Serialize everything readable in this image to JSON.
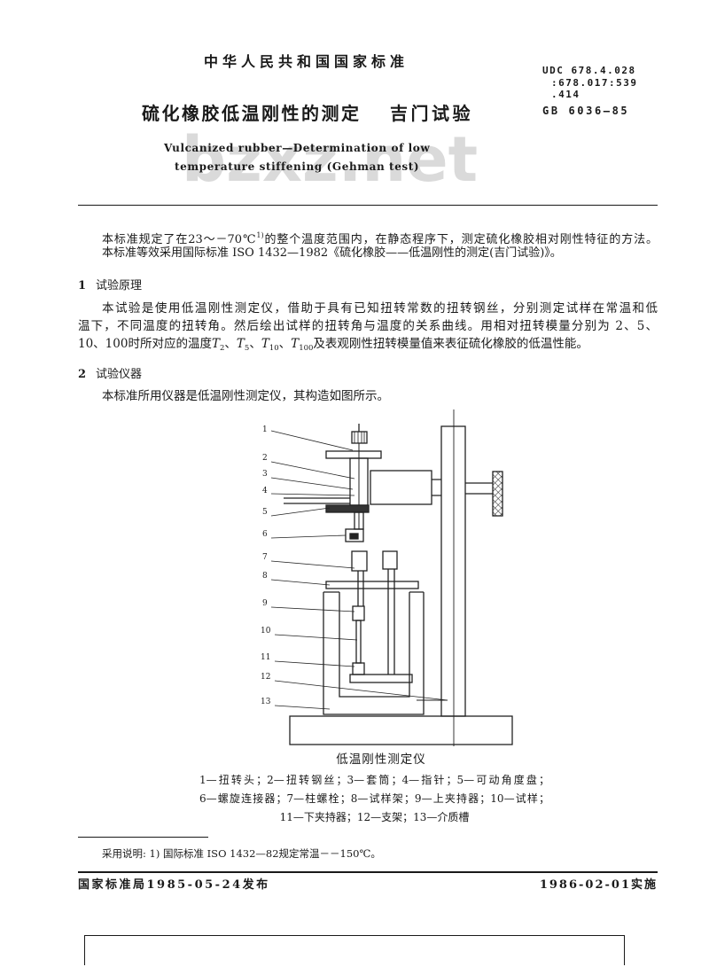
{
  "header": {
    "org": "中华人民共和国国家标准",
    "udc_line1": "UDC 678.4.028",
    "udc_line2": ":678.017:539",
    "udc_line3": ".414",
    "gb_code": "GB 6036—85",
    "title_cn_main": "硫化橡胶低温刚性的测定",
    "title_cn_sub": "吉门试验",
    "title_en_line1": "Vulcanized rubber—Determination of low",
    "title_en_line2": "temperature stiffening (Gehman test)"
  },
  "watermark": "bzxz.net",
  "intro": {
    "p1_a": "本标准规定了在23～－70℃",
    "p1_note": "1)",
    "p1_b": "的整个温度范围内，在静态程序下，测定硫化橡胶相对刚性特征的方法。",
    "p2": "本标准等效采用国际标准 ISO 1432—1982《硫化橡胶——低温刚性的测定(吉门试验)》。"
  },
  "sections": [
    {
      "number": "1",
      "title": "试验原理",
      "lines": [
        "本试验是使用低温刚性测定仪，借助于具有已知扭转常数的扭转钢丝，分别测定试样在常温和低",
        "温下，不同温度的扭转角。然后绘出试样的扭转角与温度的关系曲线。用相对扭转模量分别为 2、5、"
      ],
      "line3": {
        "pre": "10、100时所对应的温度",
        "temps": [
          {
            "sym": "T",
            "sub": "2"
          },
          {
            "sym": "T",
            "sub": "5"
          },
          {
            "sym": "T",
            "sub": "10"
          },
          {
            "sym": "T",
            "sub": "100"
          }
        ],
        "sep": "、",
        "post": "及表观刚性扭转模量值来表征硫化橡胶的低温性能。"
      }
    },
    {
      "number": "2",
      "title": "试验仪器",
      "lines": [
        "本标准所用仪器是低温刚性测定仪，其构造如图所示。"
      ]
    }
  ],
  "figure": {
    "labels": [
      "1",
      "2",
      "3",
      "4",
      "5",
      "6",
      "7",
      "8",
      "9",
      "10",
      "11",
      "12",
      "13"
    ],
    "caption": "低温刚性测定仪",
    "legend": [
      "1—扭转头；2—扭转钢丝；3—套筒；4—指针；5—可动角度盘；",
      "6—螺旋连接器；7—柱螺栓；8—试样架；9—上夹持器；10—试样；",
      "11—下夹持器；12—支架；13—介质槽"
    ]
  },
  "footnote": "采用说明: 1) 国际标准 ISO 1432—82规定常温－－150℃。",
  "footer": {
    "issued": "国家标准局1985-05-24发布",
    "effective": "1986-02-01实施"
  },
  "colors": {
    "ink": "#1a1a1a",
    "watermark": "#dadada"
  }
}
